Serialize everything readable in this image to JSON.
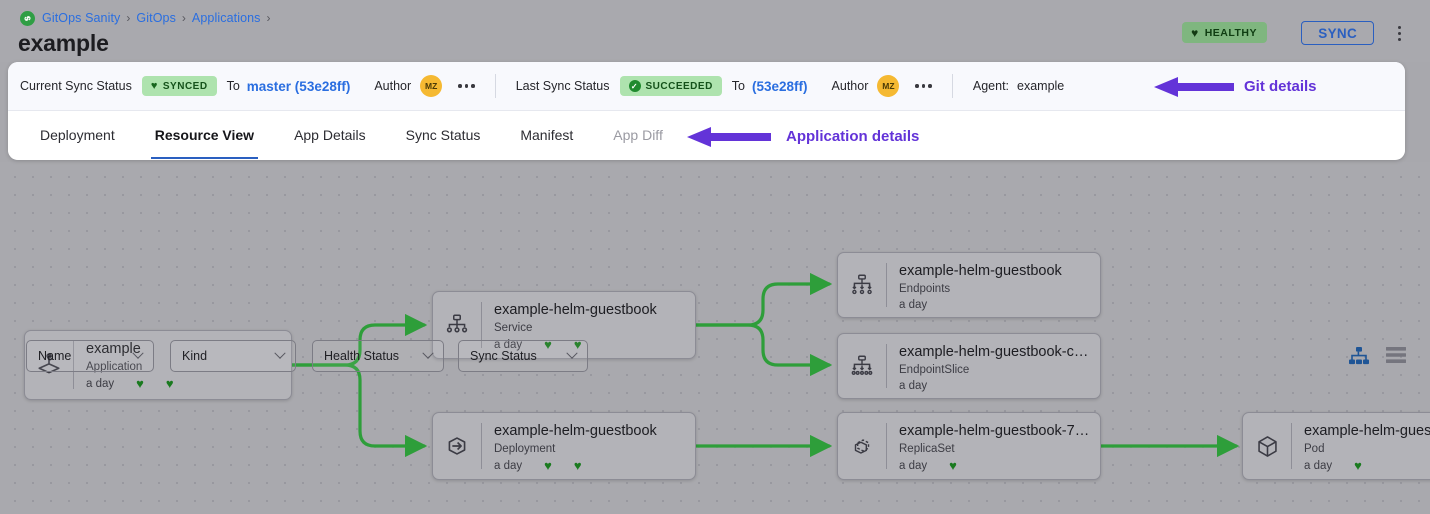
{
  "breadcrumb": {
    "logo_icon": "gitops-logo-icon",
    "items": [
      "GitOps Sanity",
      "GitOps",
      "Applications"
    ],
    "separator": "›",
    "trailing_separator": "›"
  },
  "header": {
    "title": "example",
    "health_badge": {
      "label": "HEALTHY",
      "icon": "heart-icon",
      "glyph": "♥",
      "color": "#7fb67f"
    },
    "sync_button": {
      "label": "SYNC",
      "color": "#2a5fc0"
    },
    "overflow_menu_icon": "vertical-dots-icon"
  },
  "sync_bar": {
    "current": {
      "label": "Current Sync Status",
      "status": "SYNCED",
      "status_icon": "heart-icon",
      "status_glyph": "♥",
      "to_label": "To",
      "revision": "master (53e28ff)",
      "author_label": "Author",
      "author_initials": "MZ",
      "more_icon": "horizontal-dots-icon"
    },
    "last": {
      "label": "Last Sync Status",
      "status": "SUCCEEDED",
      "status_icon": "check-circle-icon",
      "status_glyph": "✓",
      "to_label": "To",
      "revision": "(53e28ff)",
      "author_label": "Author",
      "author_initials": "MZ",
      "more_icon": "horizontal-dots-icon"
    },
    "agent_label": "Agent:",
    "agent_value": "example"
  },
  "annotations": {
    "git_details": {
      "text": "Git details",
      "color": "#6333d8",
      "icon": "left-arrow-annotation"
    },
    "application_details": {
      "text": "Application details",
      "color": "#6333d8",
      "icon": "left-arrow-annotation"
    }
  },
  "tabs": [
    {
      "label": "Deployment",
      "active": false,
      "disabled": false
    },
    {
      "label": "Resource View",
      "active": true,
      "disabled": false
    },
    {
      "label": "App Details",
      "active": false,
      "disabled": false
    },
    {
      "label": "Sync Status",
      "active": false,
      "disabled": false
    },
    {
      "label": "Manifest",
      "active": false,
      "disabled": false
    },
    {
      "label": "App Diff",
      "active": false,
      "disabled": true
    }
  ],
  "filters": [
    {
      "label": "Name",
      "icon": "chevron-down-icon"
    },
    {
      "label": "Kind",
      "icon": "chevron-down-icon"
    },
    {
      "label": "Health Status",
      "icon": "chevron-down-icon"
    },
    {
      "label": "Sync Status",
      "icon": "chevron-down-icon"
    }
  ],
  "view_toggles": [
    {
      "icon": "tree-view-icon",
      "active": true,
      "color": "#1f5596"
    },
    {
      "icon": "list-view-icon",
      "active": false,
      "color": "#75757e"
    }
  ],
  "graph": {
    "nodes": [
      {
        "id": "app",
        "icon": "application-icon",
        "title": "example",
        "kind": "Application",
        "age": "a day",
        "hearts": 2
      },
      {
        "id": "svc",
        "icon": "service-icon",
        "title": "example-helm-guestbook",
        "kind": "Service",
        "age": "a day",
        "hearts": 2
      },
      {
        "id": "ep",
        "icon": "endpoints-icon",
        "title": "example-helm-guestbook",
        "kind": "Endpoints",
        "age": "a day",
        "hearts": 0
      },
      {
        "id": "eps",
        "icon": "endpointslice-icon",
        "title": "example-helm-guestbook-ct…",
        "kind": "EndpointSlice",
        "age": "a day",
        "hearts": 0
      },
      {
        "id": "deploy",
        "icon": "deployment-icon",
        "title": "example-helm-guestbook",
        "kind": "Deployment",
        "age": "a day",
        "hearts": 2
      },
      {
        "id": "rs",
        "icon": "replicaset-icon",
        "title": "example-helm-guestbook-74…",
        "kind": "ReplicaSet",
        "age": "a day",
        "hearts": 1
      },
      {
        "id": "pod",
        "icon": "pod-icon",
        "title": "example-helm-guest",
        "kind": "Pod",
        "age": "a day",
        "hearts": 1
      }
    ],
    "edge_color": "#2e9e3a"
  }
}
